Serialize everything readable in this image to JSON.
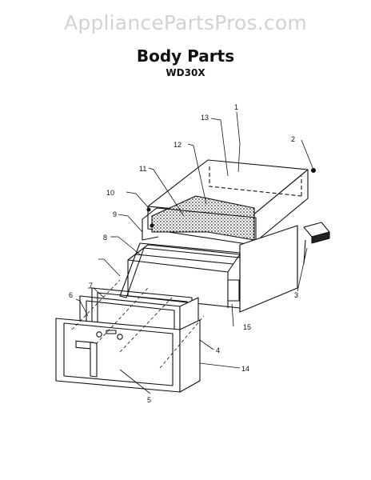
{
  "watermark": "AppliancePartsPros.com",
  "title": "Body Parts",
  "model": "WD30X",
  "callouts": [
    "1",
    "2",
    "3",
    "4",
    "5",
    "6",
    "7",
    "8",
    "9",
    "10",
    "11",
    "12",
    "13",
    "14",
    "15"
  ]
}
